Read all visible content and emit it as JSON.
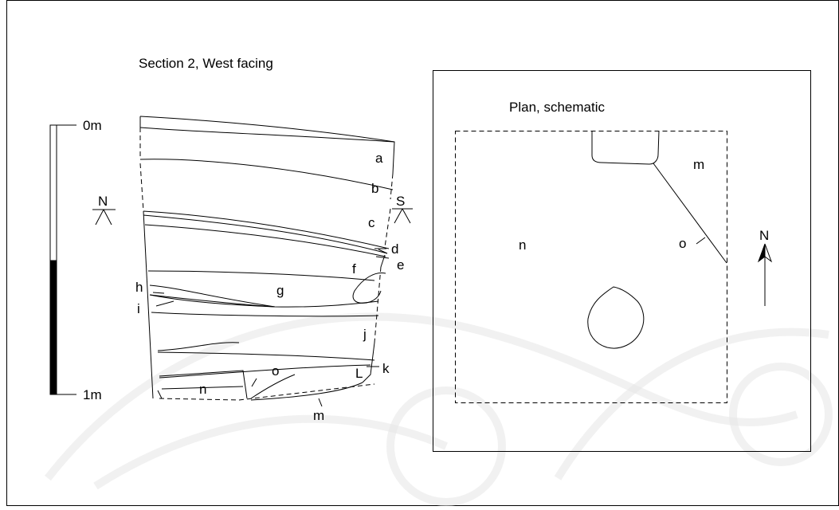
{
  "section": {
    "title": "Section 2, West facing",
    "north_label": "N",
    "south_label": "S",
    "layers": [
      "a",
      "b",
      "c",
      "d",
      "e",
      "f",
      "g",
      "h",
      "i",
      "j",
      "k",
      "L",
      "m",
      "n",
      "o"
    ]
  },
  "scale": {
    "top": "0m",
    "bottom": "1m"
  },
  "plan": {
    "title": "Plan, schematic",
    "north_label": "N",
    "labels": {
      "m": "m",
      "n": "n",
      "o": "o"
    }
  }
}
